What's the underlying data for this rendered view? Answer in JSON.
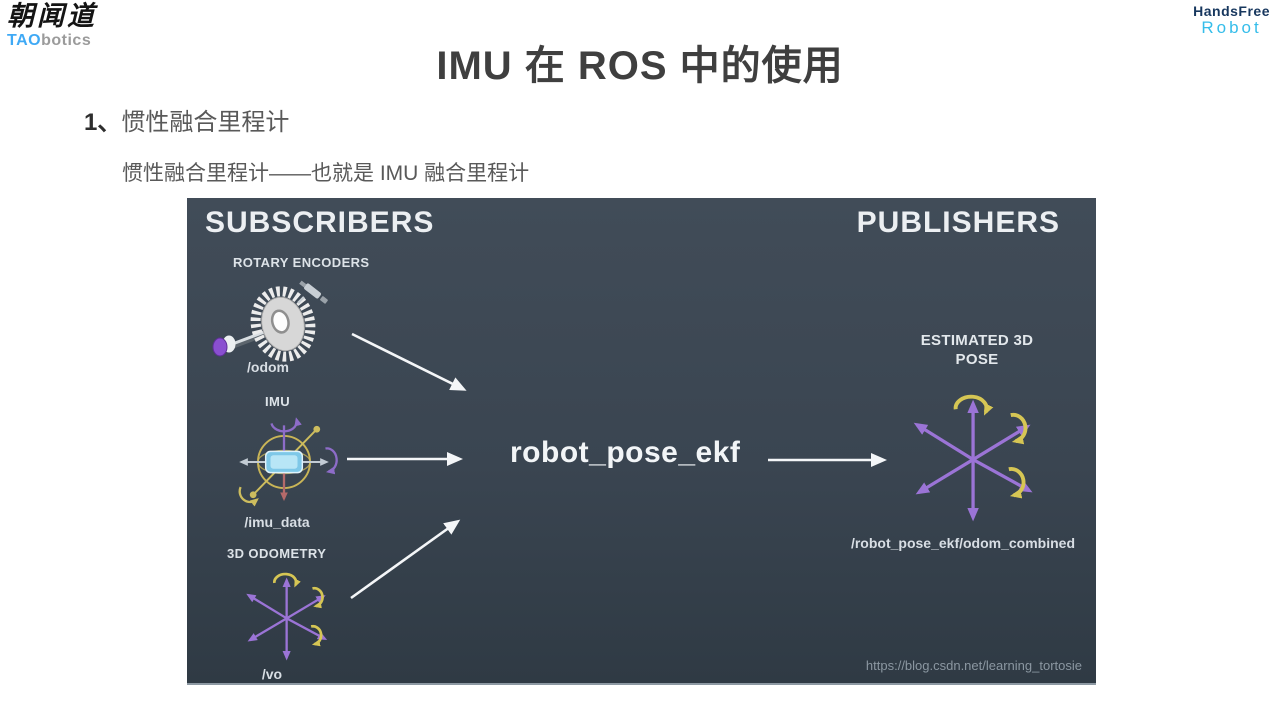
{
  "header": {
    "logo_left": {
      "calligraphy": "朝闻道",
      "brand_primary": "TAO",
      "brand_secondary": "botics"
    },
    "logo_right": {
      "top": "HandsFree",
      "bottom": "Robot"
    },
    "title": "IMU 在 ROS 中的使用"
  },
  "body": {
    "heading_index": "1、",
    "heading_text": "惯性融合里程计",
    "subheading": "惯性融合里程计——也就是 IMU 融合里程计"
  },
  "diagram": {
    "left_section": "SUBSCRIBERS",
    "right_section": "PUBLISHERS",
    "node": "robot_pose_ekf",
    "inputs": [
      {
        "label": "ROTARY ENCODERS",
        "topic": "/odom"
      },
      {
        "label": "IMU",
        "topic": "/imu_data"
      },
      {
        "label": "3D ODOMETRY",
        "topic": "/vo"
      }
    ],
    "output": {
      "label_line1": "ESTIMATED 3D",
      "label_line2": "POSE",
      "topic": "/robot_pose_ekf/odom_combined"
    },
    "watermark": "https://blog.csdn.net/learning_tortosie",
    "colors": {
      "background": "#3a4551",
      "arrow_white": "#f4f6f8",
      "axes_purple": "#9b74d6",
      "arc_yellow": "#d6c654",
      "imu_box_blue": "#7ec8e8",
      "encoder_cap_purple": "#8a4fd0"
    }
  }
}
